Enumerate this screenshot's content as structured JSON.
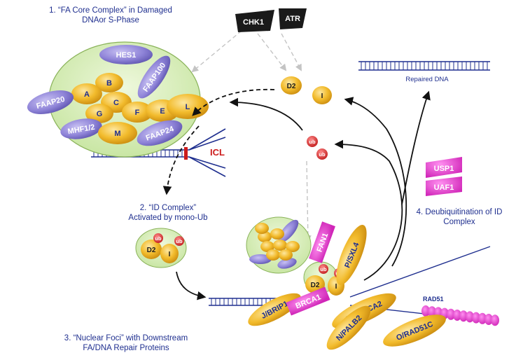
{
  "captions": {
    "step1_line1": "1. “FA Core Complex” in Damaged",
    "step1_line2": "DNAor S-Phase",
    "step2_line1": "2. “ID Complex”",
    "step2_line2": "Activated by mono-Ub",
    "step3_line1": "3. “Nuclear Foci” with Downstream",
    "step3_line2": "FA/DNA Repair Proteins",
    "step4_line1": "4. Deubiquitination of ID",
    "step4_line2": "Complex",
    "repaired_dna": "Repaired DNA",
    "icl": "ICL",
    "rad51": "RAD51"
  },
  "kinases": {
    "chk1": "CHK1",
    "atr": "ATR"
  },
  "core_complex": {
    "hes1": "HES1",
    "faap100": "FAAP100",
    "faap20": "FAAP20",
    "faap24": "FAAP24",
    "mhf": "MHF1/2",
    "a": "A",
    "b": "B",
    "c": "C",
    "e": "E",
    "f": "F",
    "g": "G",
    "l": "L",
    "m": "M"
  },
  "id_complex": {
    "d2": "D2",
    "i": "I",
    "ub": "ub"
  },
  "deubiquitinase": {
    "usp1": "USP1",
    "uaf1": "UAF1"
  },
  "foci": {
    "fan1": "FAN1",
    "pisxl4": "P/SXL4",
    "d2": "D2",
    "i": "I",
    "jbrip1": "J/BRIP1",
    "brca1": "BRCA1",
    "d1brca2": "D1/BRCA2",
    "npalb2": "N/PALB2",
    "orad51c": "O/RAD51C"
  },
  "colors": {
    "caption": "#1f2f8f",
    "gold": "#f2bb2c",
    "lavender": "#8f84d8",
    "core_bg": "#dcefbf",
    "magenta": "#e23ac8",
    "ub_red": "#d62e2e",
    "icl_red": "#cc1c1c"
  }
}
